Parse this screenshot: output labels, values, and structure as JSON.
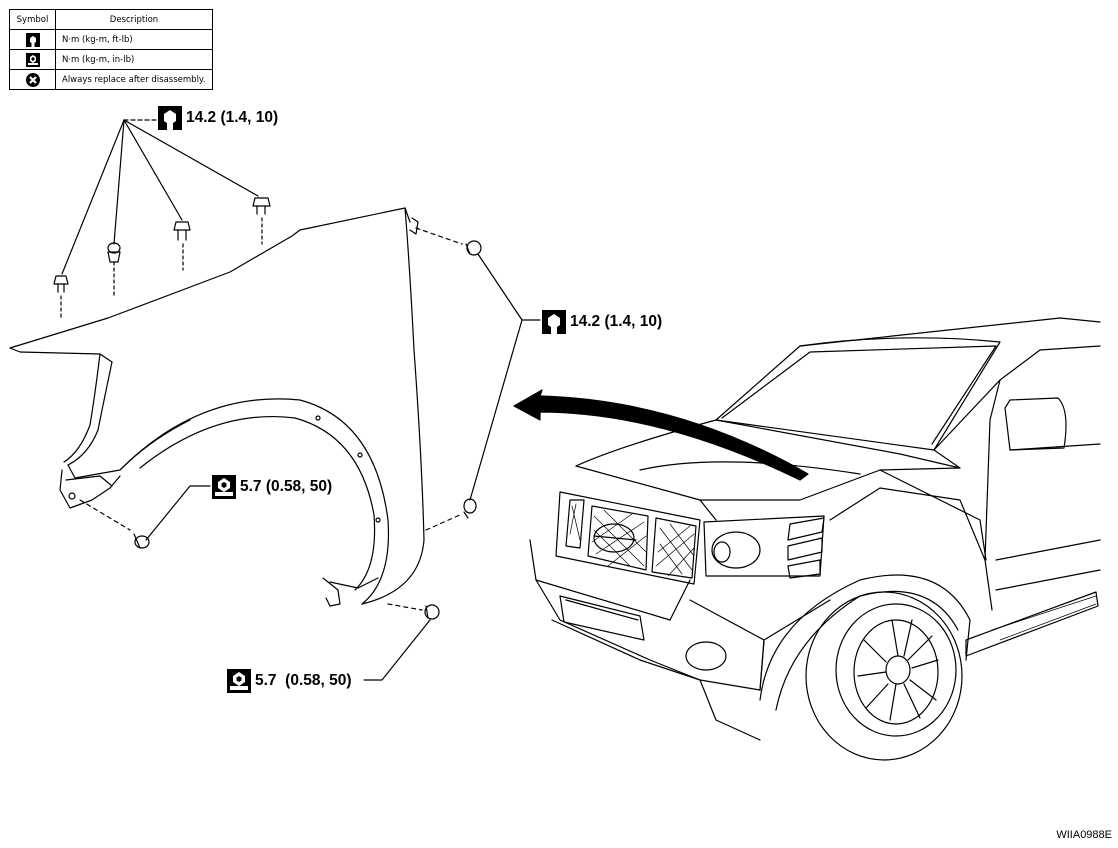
{
  "legend": {
    "header_symbol": "Symbol",
    "header_description": "Description",
    "rows": [
      {
        "icon": "torque-wrench-icon",
        "description": "N·m (kg-m, ft-lb)"
      },
      {
        "icon": "torque-wrench-small-icon",
        "description": "N·m (kg-m, in-lb)"
      },
      {
        "icon": "replace-x-icon",
        "description": "Always replace after disassembly."
      }
    ]
  },
  "callouts": {
    "top_bolts": "14.2 (1.4, 10)",
    "rear_bolts": "14.2 (1.4, 10)",
    "front_lower_bolt": "5.7 (0.58, 50)",
    "bottom_bolt": "5.7  (0.58, 50)"
  },
  "figure_code": "WIIA0988E"
}
